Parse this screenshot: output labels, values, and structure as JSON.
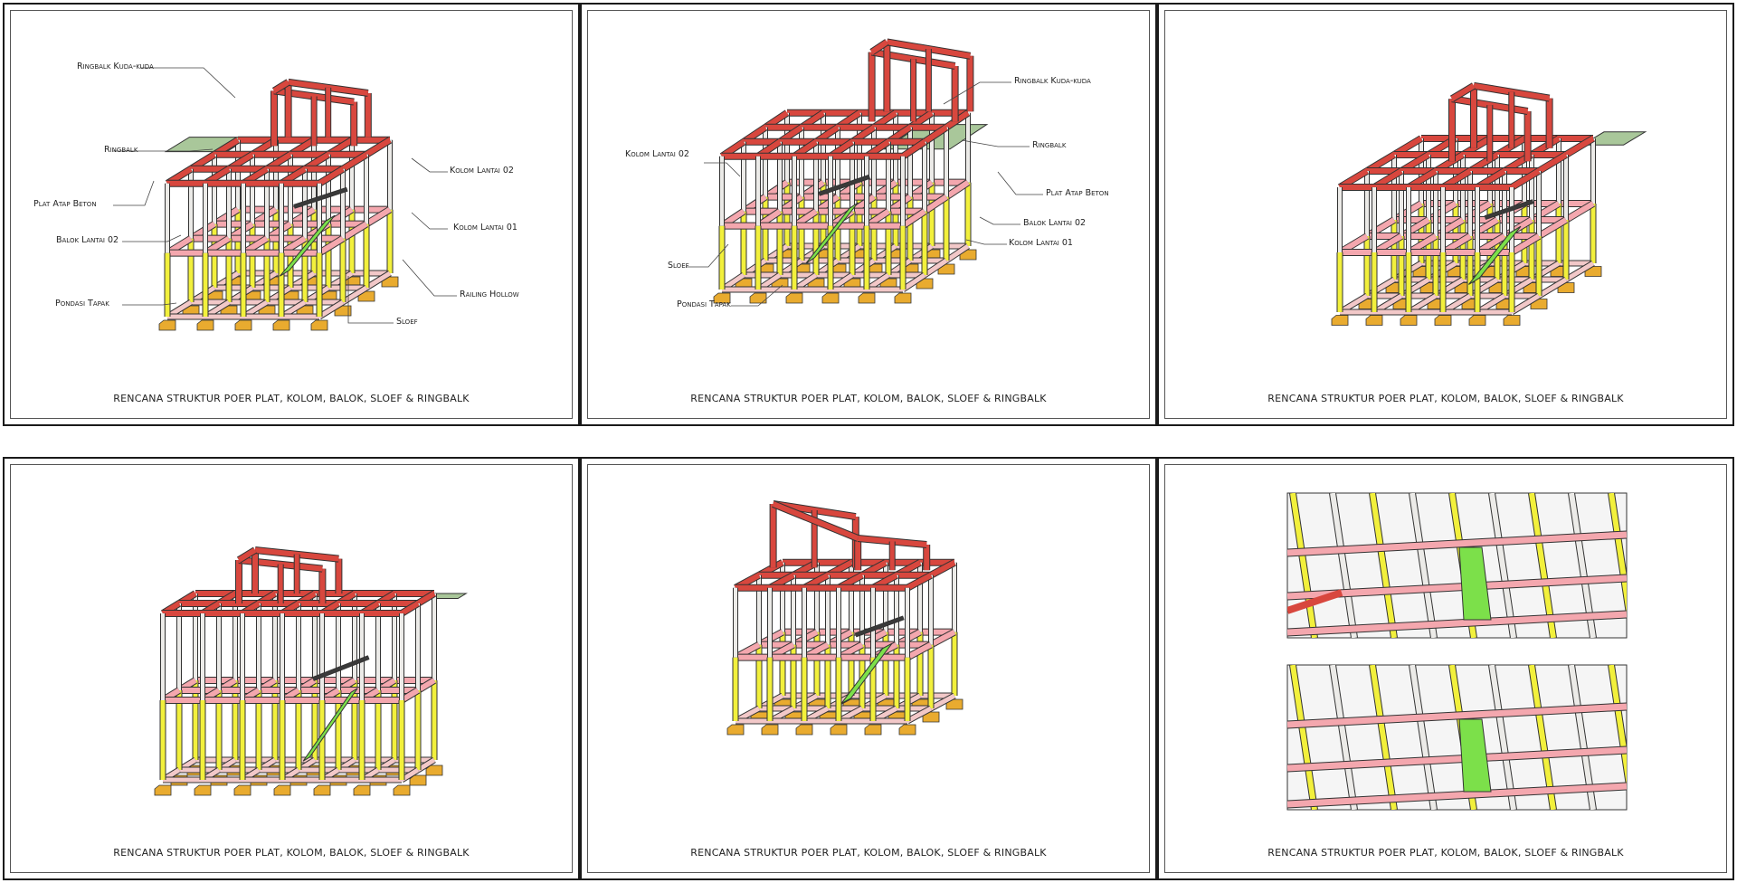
{
  "colors": {
    "ringbalk": "#d8473e",
    "kolom_lantai_02": "#ecebe8",
    "balok_lantai_02": "#f4a7ae",
    "kolom_lantai_01": "#f2f03c",
    "sloef": "#f2c8c8",
    "pondasi": "#e9ab2f",
    "plat_atap": "#a9c79a",
    "tangga": "#7ce04a",
    "railing": "#3a3a3a",
    "outline": "#333333"
  },
  "sheets": [
    {
      "caption": "RENCANA STRUKTUR POER PLAT, KOLOM, BALOK, SLOEF & RINGBALK",
      "labels": {
        "ringbalk_kuda": "Ringbalk Kuda-kuda",
        "ringbalk": "Ringbalk",
        "plat_atap": "Plat Atap Beton",
        "balok_lantai_02": "Balok Lantai 02",
        "pondasi": "Pondasi Tapak",
        "kolom_lantai_02": "Kolom Lantai 02",
        "kolom_lantai_01": "Kolom Lantai 01",
        "railing": "Railing Hollow",
        "sloef": "Sloef"
      }
    },
    {
      "caption": "RENCANA STRUKTUR POER PLAT, KOLOM, BALOK, SLOEF & RINGBALK",
      "labels": {
        "ringbalk_kuda": "Ringbalk Kuda-kuda",
        "ringbalk": "Ringbalk",
        "kolom_lantai_02": "Kolom Lantai 02",
        "plat_atap": "Plat Atap Beton",
        "balok_lantai_02": "Balok Lantai 02",
        "kolom_lantai_01": "Kolom Lantai 01",
        "sloef": "Sloef",
        "pondasi": "Pondasi Tapak"
      }
    },
    {
      "caption": "RENCANA STRUKTUR POER PLAT, KOLOM, BALOK, SLOEF & RINGBALK"
    },
    {
      "caption": "RENCANA STRUKTUR POER PLAT, KOLOM, BALOK, SLOEF & RINGBALK"
    },
    {
      "caption": "RENCANA STRUKTUR POER PLAT, KOLOM, BALOK, SLOEF & RINGBALK"
    },
    {
      "caption": "RENCANA STRUKTUR POER PLAT, KOLOM, BALOK, SLOEF & RINGBALK"
    }
  ]
}
